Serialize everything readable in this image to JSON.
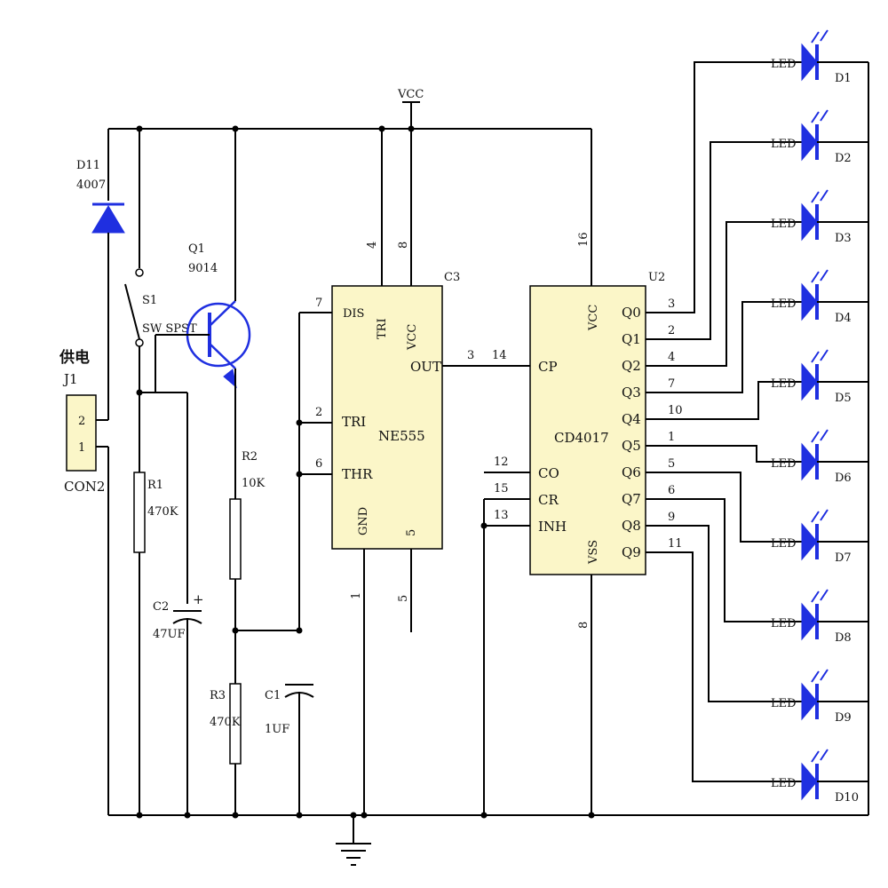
{
  "power": {
    "label": "供电",
    "connector_ref": "J1",
    "connector_name": "CON2",
    "pins": [
      "2",
      "1"
    ]
  },
  "vcc_label": "VCC",
  "d11": {
    "ref": "D11",
    "value": "4007"
  },
  "s1": {
    "ref": "S1",
    "value": "SW SPST"
  },
  "q1": {
    "ref": "Q1",
    "value": "9014"
  },
  "r1": {
    "ref": "R1",
    "value": "470K"
  },
  "r2": {
    "ref": "R2",
    "value": "10K"
  },
  "r3": {
    "ref": "R3",
    "value": "470K"
  },
  "c1": {
    "ref": "C1",
    "value": "1UF"
  },
  "c2": {
    "ref": "C2",
    "value": "47UF",
    "polarity": "+"
  },
  "ne555": {
    "ref": "C3",
    "name": "NE555",
    "pins": {
      "dis": "DIS",
      "tri_top": "TRI",
      "vcc": "VCC",
      "out": "OUT",
      "tri": "TRI",
      "thr": "THR",
      "gnd": "GND",
      "five": "5"
    },
    "pin_numbers": {
      "dis": "7",
      "tri_top": "4",
      "vcc": "8",
      "tri": "2",
      "thr": "6",
      "out": "3",
      "gnd": "1",
      "ctrl": "5"
    }
  },
  "cd4017": {
    "ref": "U2",
    "name": "CD4017",
    "pins": {
      "cp": "CP",
      "vcc": "VCC",
      "co": "CO",
      "cr": "CR",
      "inh": "INH",
      "vss": "VSS"
    },
    "pin_numbers": {
      "cp": "14",
      "vcc": "16",
      "co": "12",
      "cr": "15",
      "inh": "13",
      "vss": "8"
    },
    "outputs": [
      {
        "name": "Q0",
        "pin": "3"
      },
      {
        "name": "Q1",
        "pin": "2"
      },
      {
        "name": "Q2",
        "pin": "4"
      },
      {
        "name": "Q3",
        "pin": "7"
      },
      {
        "name": "Q4",
        "pin": "10"
      },
      {
        "name": "Q5",
        "pin": "1"
      },
      {
        "name": "Q6",
        "pin": "5"
      },
      {
        "name": "Q7",
        "pin": "6"
      },
      {
        "name": "Q8",
        "pin": "9"
      },
      {
        "name": "Q9",
        "pin": "11"
      }
    ]
  },
  "leds": [
    {
      "ref": "D1",
      "label": "LED"
    },
    {
      "ref": "D2",
      "label": "LED"
    },
    {
      "ref": "D3",
      "label": "LED"
    },
    {
      "ref": "D4",
      "label": "LED"
    },
    {
      "ref": "D5",
      "label": "LED"
    },
    {
      "ref": "D6",
      "label": "LED"
    },
    {
      "ref": "D7",
      "label": "LED"
    },
    {
      "ref": "D8",
      "label": "LED"
    },
    {
      "ref": "D9",
      "label": "LED"
    },
    {
      "ref": "D10",
      "label": "LED"
    }
  ],
  "colors": {
    "component_blue": "#1f2fe0",
    "chip_fill": "#fbf6c8",
    "wire": "#000000"
  }
}
